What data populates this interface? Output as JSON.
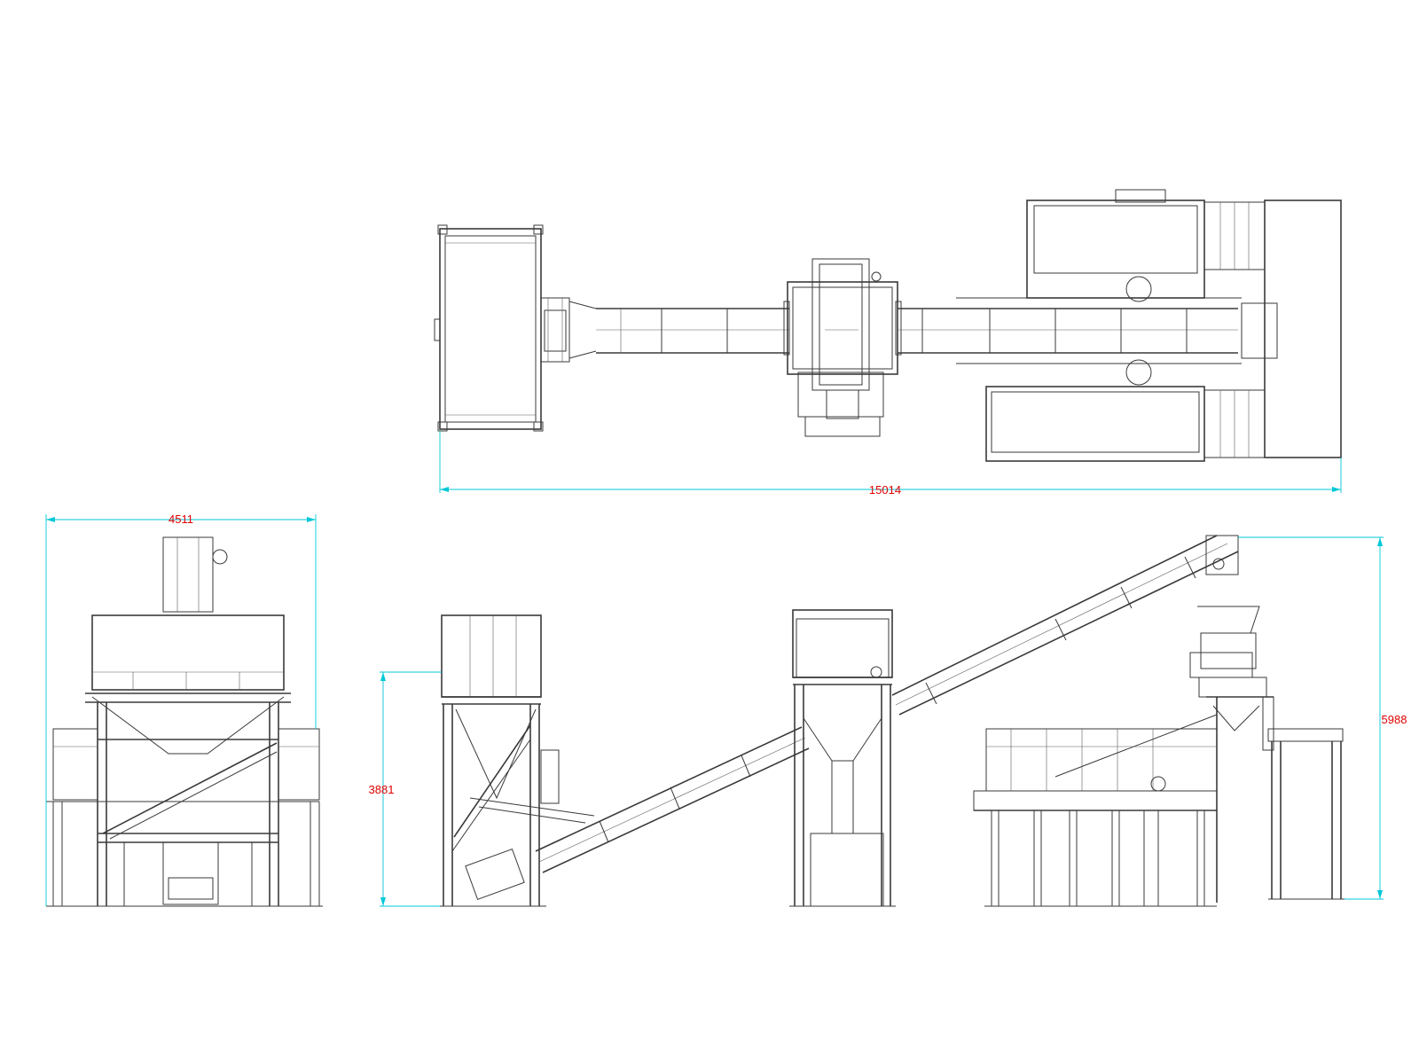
{
  "dimensions": {
    "plan_length": "15014",
    "front_width": "4511",
    "hopper_height": "3881",
    "overall_height": "5988"
  },
  "colors": {
    "dimension_line": "#00c8d8",
    "dimension_text": "#e00000",
    "drawing_line": "#3a3a3a",
    "background": "#ffffff"
  }
}
